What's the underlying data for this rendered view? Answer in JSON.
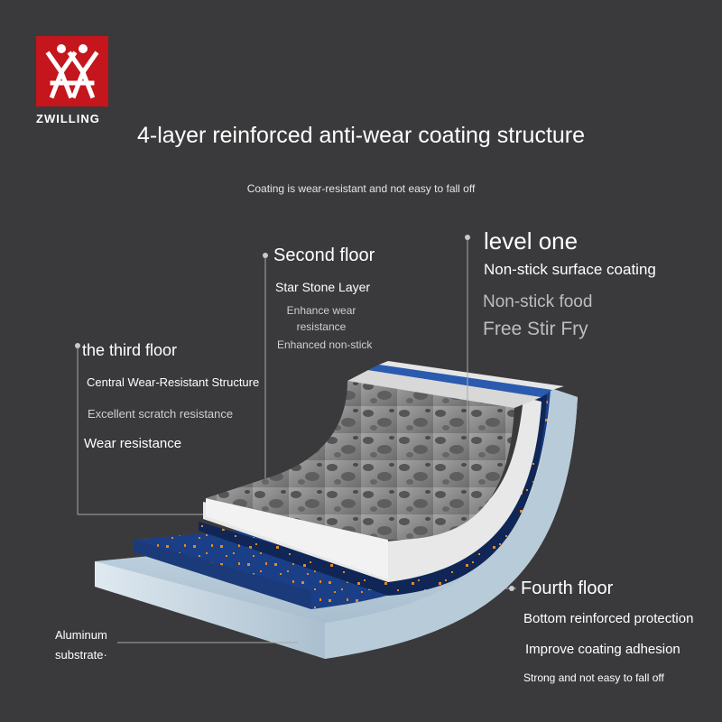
{
  "brand": {
    "name": "ZWILLING",
    "logo_color": "#c4161c",
    "logo_icon": "twin-figures-logo-icon"
  },
  "title": "4-layer reinforced anti-wear coating structure",
  "subtitle": "Coating is wear-resistant and not easy to fall off",
  "layers": {
    "level_one": {
      "heading": "level one",
      "name": "Non-stick surface coating",
      "benefit_1": "Non-stick food",
      "benefit_2": "Free Stir Fry"
    },
    "second": {
      "heading": "Second floor",
      "name": "Star Stone Layer",
      "benefit_1a": "Enhance wear",
      "benefit_1b": "resistance",
      "benefit_2": "Enhanced non-stick"
    },
    "third": {
      "heading": "the third floor",
      "name": "Central Wear-Resistant Structure",
      "benefit_1": "Excellent scratch resistance",
      "benefit_2": "Wear resistance"
    },
    "fourth": {
      "heading": "Fourth floor",
      "benefit_1": "Bottom reinforced protection",
      "benefit_2": "Improve coating adhesion",
      "benefit_3": "Strong and not easy to fall off"
    },
    "substrate": {
      "line_1": "Aluminum",
      "line_2": "substrate·"
    }
  },
  "colors": {
    "background": "#3a3a3c",
    "surface_grey": "#8a8a8a",
    "blue_layer": "#1f4f9e",
    "navy_layer": "#0e2450",
    "speckle": "#e08a2a",
    "aluminum": "#c9dbe8"
  }
}
